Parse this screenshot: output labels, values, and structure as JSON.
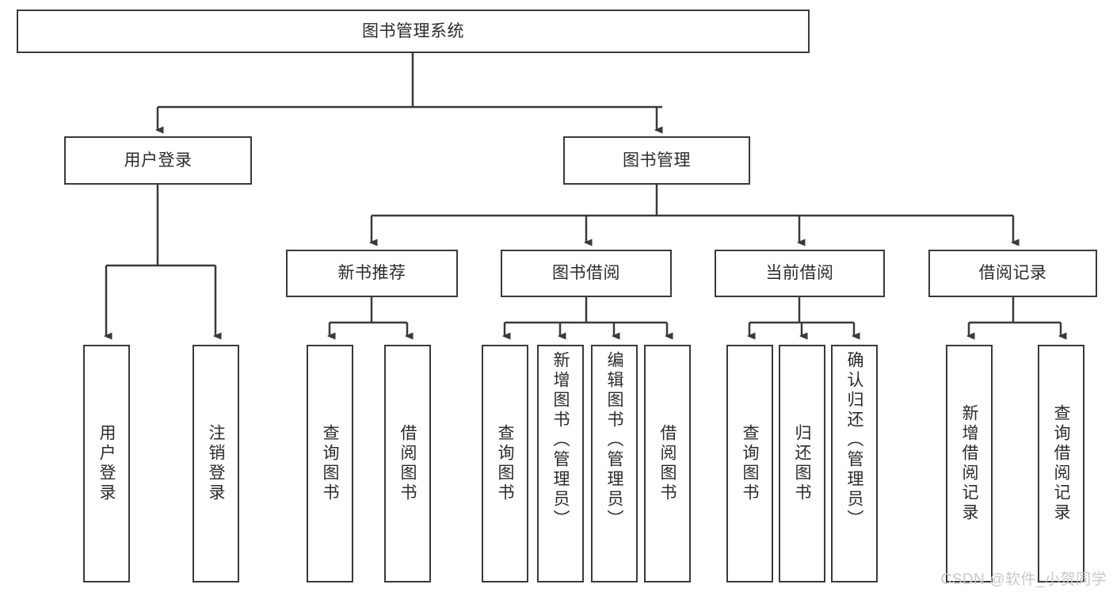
{
  "diagram": {
    "type": "tree-hierarchy",
    "title": "图书管理系统",
    "root": {
      "id": "root",
      "label": "图书管理系统"
    },
    "level2": [
      {
        "id": "user-login",
        "label": "用户登录"
      },
      {
        "id": "book-manage",
        "label": "图书管理"
      }
    ],
    "level3": [
      {
        "id": "new-book-recommend",
        "label": "新书推荐",
        "parent": "book-manage"
      },
      {
        "id": "book-borrow",
        "label": "图书借阅",
        "parent": "book-manage"
      },
      {
        "id": "current-borrow",
        "label": "当前借阅",
        "parent": "book-manage"
      },
      {
        "id": "borrow-record",
        "label": "借阅记录",
        "parent": "book-manage"
      }
    ],
    "leaves": [
      {
        "id": "leaf-user-login",
        "label": "用户登录",
        "parent": "user-login"
      },
      {
        "id": "leaf-user-logout",
        "label": "注销登录",
        "parent": "user-login"
      },
      {
        "id": "leaf-query-book-1",
        "label": "查询图书",
        "parent": "new-book-recommend"
      },
      {
        "id": "leaf-borrow-book-1",
        "label": "借阅图书",
        "parent": "new-book-recommend"
      },
      {
        "id": "leaf-query-book-2",
        "label": "查询图书",
        "parent": "book-borrow"
      },
      {
        "id": "leaf-add-book",
        "label": "新增图书（管理员）",
        "parent": "book-borrow"
      },
      {
        "id": "leaf-edit-book",
        "label": "编辑图书（管理员）",
        "parent": "book-borrow"
      },
      {
        "id": "leaf-borrow-book-2",
        "label": "借阅图书",
        "parent": "book-borrow"
      },
      {
        "id": "leaf-query-book-3",
        "label": "查询图书",
        "parent": "current-borrow"
      },
      {
        "id": "leaf-return-book",
        "label": "归还图书",
        "parent": "current-borrow"
      },
      {
        "id": "leaf-confirm-return",
        "label": "确认归还（管理员）",
        "parent": "current-borrow"
      },
      {
        "id": "leaf-add-record",
        "label": "新增借阅记录",
        "parent": "borrow-record"
      },
      {
        "id": "leaf-query-record",
        "label": "查询借阅记录",
        "parent": "borrow-record"
      }
    ],
    "colors": {
      "stroke": "#3a3a3a",
      "text": "#2b2b2b",
      "background": "#ffffff",
      "watermark": "#c8c8c8"
    }
  },
  "watermark": {
    "text": "CSDN @软件_小贺同学"
  }
}
